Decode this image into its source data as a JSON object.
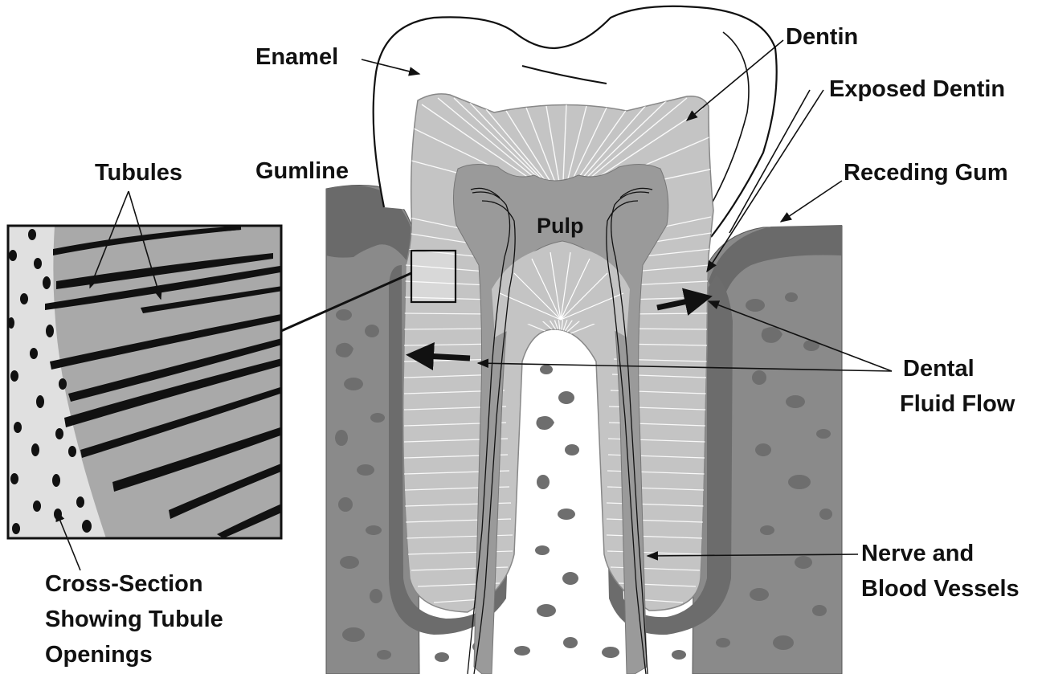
{
  "labels": {
    "enamel": "Enamel",
    "dentin": "Dentin",
    "exposed_dentin": "Exposed Dentin",
    "tubules": "Tubules",
    "gumline": "Gumline",
    "receding_gum": "Receding Gum",
    "pulp": "Pulp",
    "dental_fluid_flow_line1": "Dental",
    "dental_fluid_flow_line2": "Fluid Flow",
    "nerve_line1": "Nerve and",
    "nerve_line2": "Blood Vessels",
    "cross_section_line1": "Cross-Section",
    "cross_section_line2": "Showing Tubule",
    "cross_section_line3": "Openings"
  },
  "colors": {
    "ink": "#111111",
    "enamel": "#ffffff",
    "dentin": "#c4c4c4",
    "pulp": "#9a9a9a",
    "gum": "#6e6e6e",
    "bone": "#8a8a8a",
    "inset_light": "#e0e0e0",
    "inset_mid": "#a9a9a9"
  }
}
